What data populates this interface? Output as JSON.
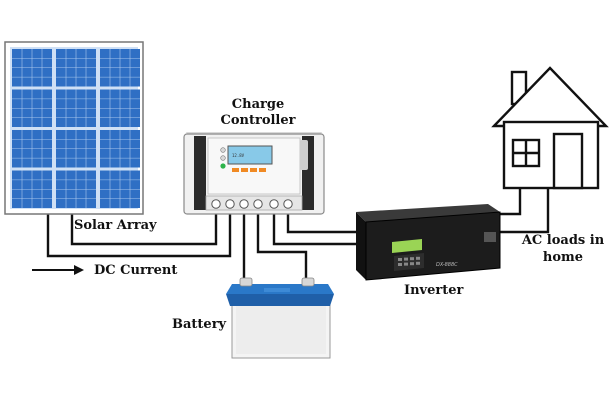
{
  "labels": {
    "solar_array": "Solar Array",
    "charge_controller_line1": "Charge",
    "charge_controller_line2": "Controller",
    "dc_current": "DC Current",
    "battery": "Battery",
    "inverter": "Inverter",
    "ac_loads_line1": "AC loads in",
    "ac_loads_line2": "home"
  },
  "inverter_brand": "DX-888C",
  "colors": {
    "solar_cell": "#2f6fc4",
    "solar_grid": "#cfe0f5",
    "controller_body": "#f1f1f1",
    "lcd": "#88c9e8",
    "button_orange": "#f08a24",
    "battery_top": "#2a78c8",
    "battery_body": "#f4f4f4",
    "inverter_body": "#1c1c1c",
    "inverter_lcd": "#9ad455",
    "wire": "#111111"
  },
  "icons": [
    "solar-panel-icon",
    "charge-controller-icon",
    "battery-icon",
    "inverter-icon",
    "house-icon",
    "arrow-right-icon"
  ]
}
